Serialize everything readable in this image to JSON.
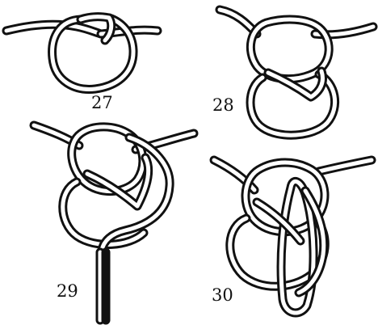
{
  "figures": [
    {
      "id": "27",
      "label": "27"
    },
    {
      "id": "28",
      "label": "28"
    },
    {
      "id": "29",
      "label": "29"
    },
    {
      "id": "30",
      "label": "30"
    }
  ],
  "colors": {
    "ink": "#111111",
    "paper": "#ffffff"
  }
}
